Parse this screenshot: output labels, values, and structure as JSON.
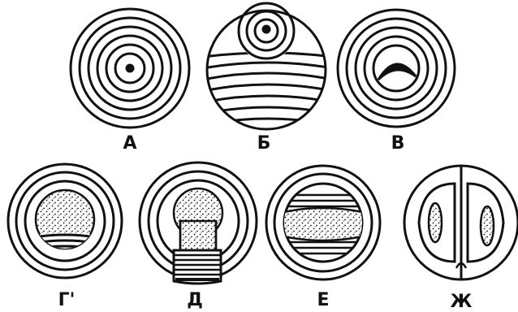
{
  "figure": {
    "panels": [
      {
        "id": "A",
        "label": "А"
      },
      {
        "id": "B",
        "label": "Б"
      },
      {
        "id": "V",
        "label": "В"
      },
      {
        "id": "G",
        "label": "Г'"
      },
      {
        "id": "D",
        "label": "Д"
      },
      {
        "id": "E",
        "label": "Е"
      },
      {
        "id": "Zh",
        "label": "Ж"
      }
    ]
  }
}
